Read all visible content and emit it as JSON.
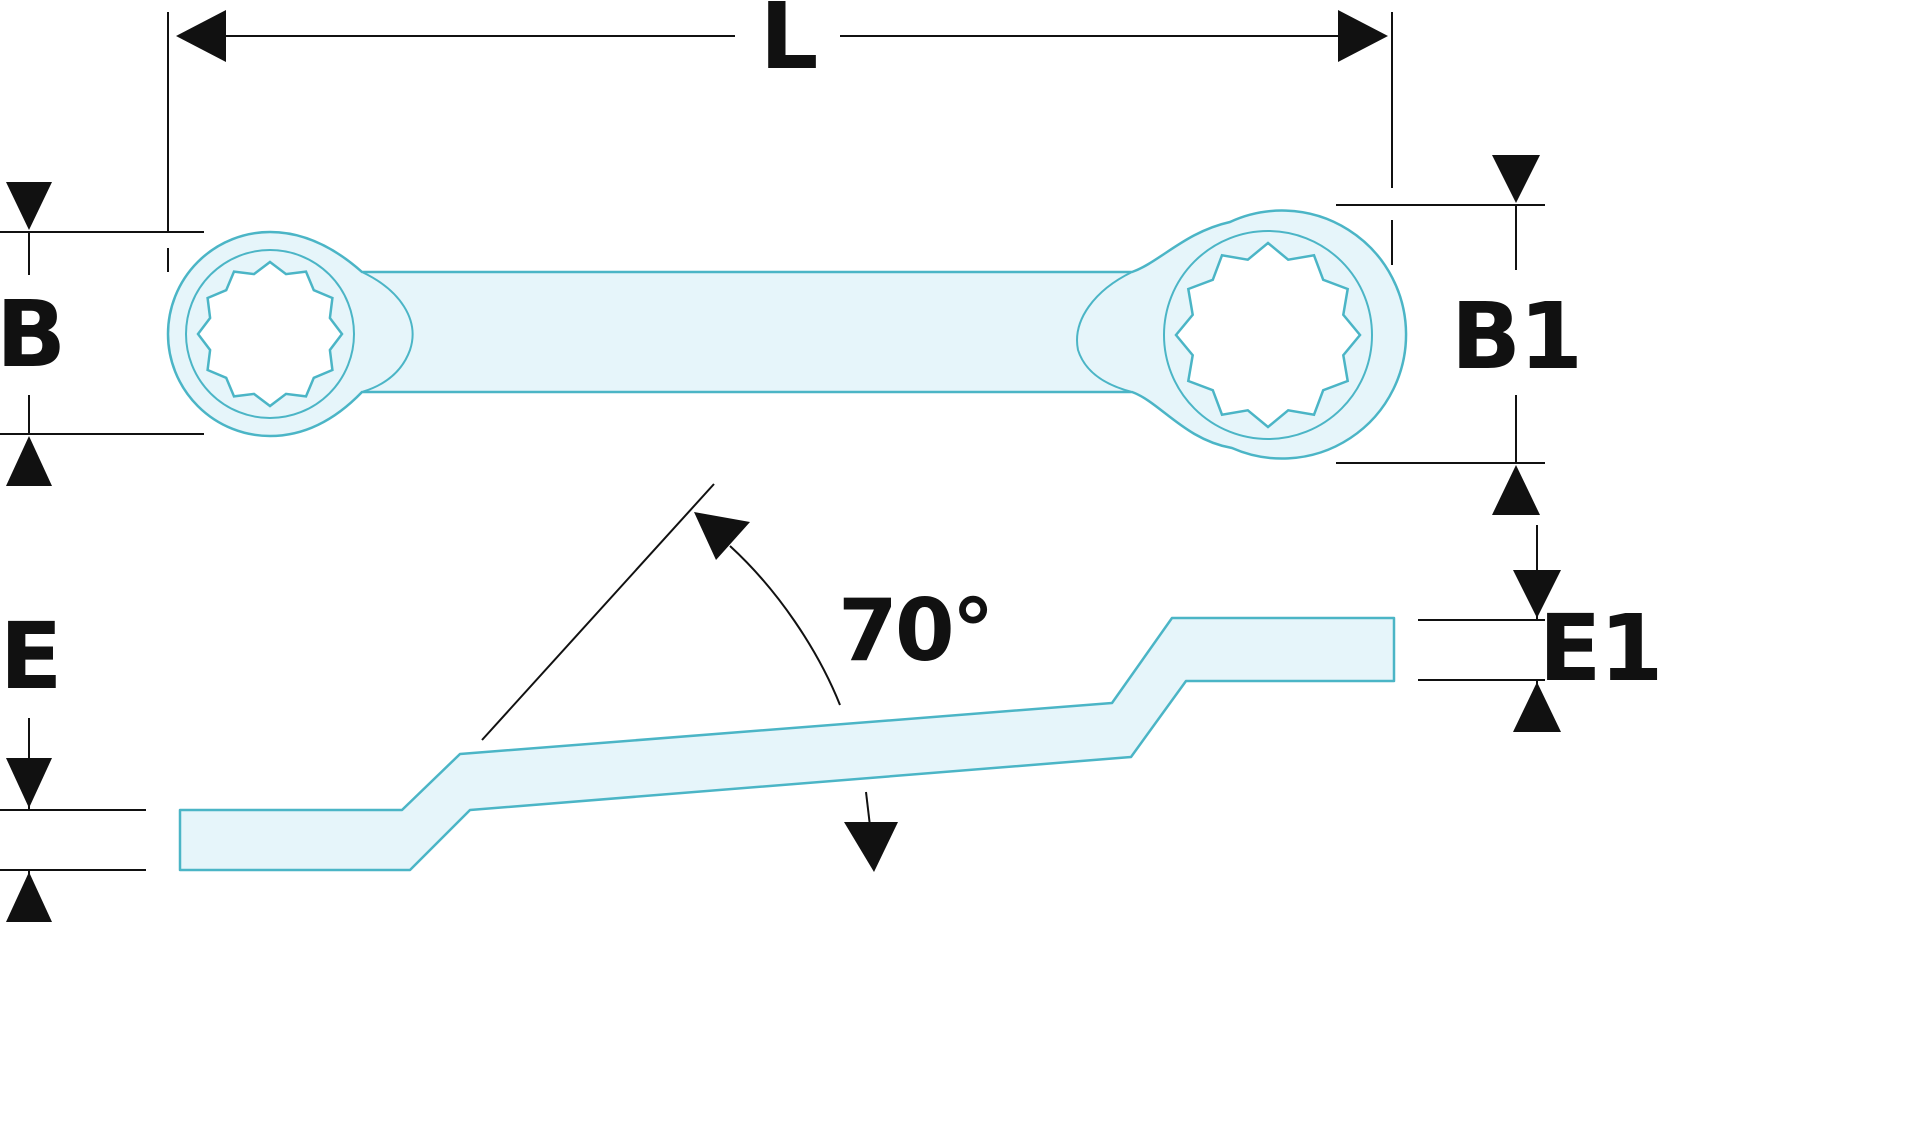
{
  "labels": {
    "length": "L",
    "head_width_left": "B",
    "head_width_right": "B1",
    "thickness_left": "E",
    "thickness_right": "E1",
    "offset_angle": "70°"
  },
  "colors": {
    "wrench_fill": "#e6f5fa",
    "wrench_outline": "#4bb5c6",
    "dimension_ink": "#111111",
    "background": "#ffffff"
  }
}
